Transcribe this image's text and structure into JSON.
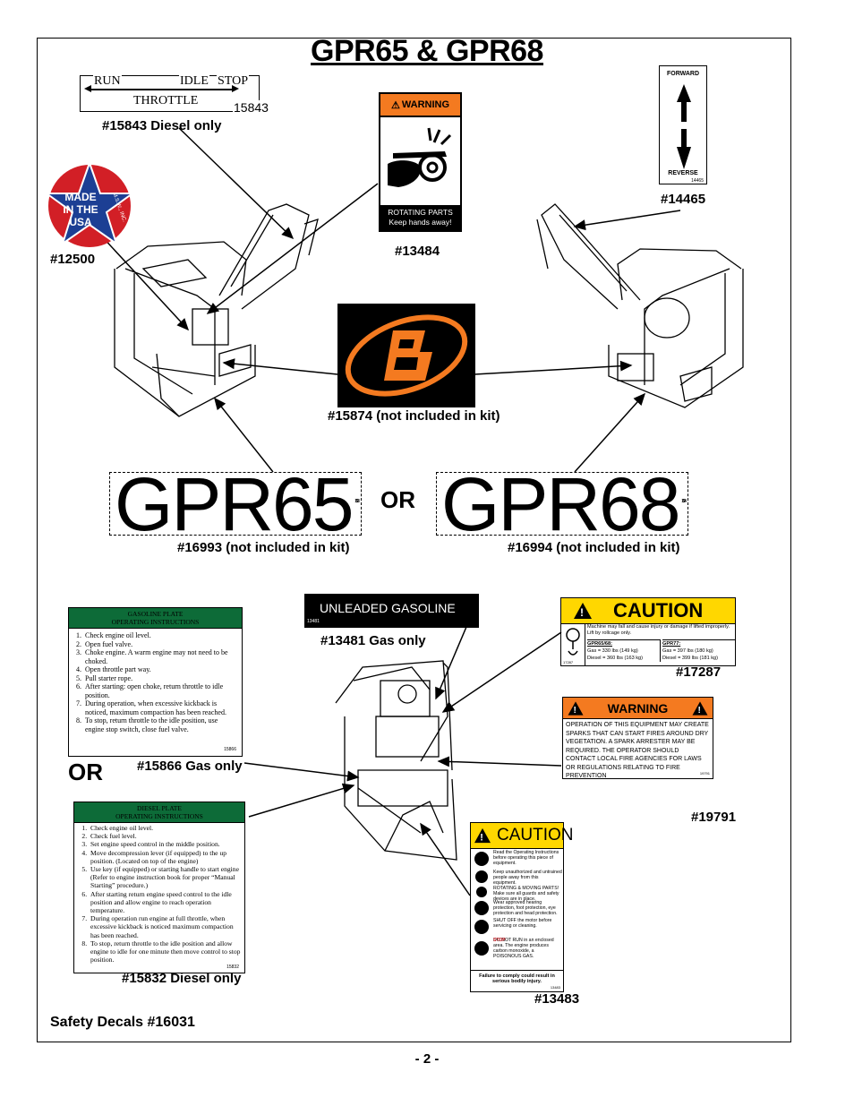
{
  "title": "GPR65 & GPR68",
  "throttle_decal": {
    "run": "RUN",
    "idle": "IDLE",
    "stop": "STOP",
    "throttle": "THROTTLE",
    "code": "15843"
  },
  "labels": {
    "diesel_only_15843": "#15843 Diesel only",
    "made_usa": "#12500",
    "warning_rotating": "#13484",
    "fwd_rev": "#14465",
    "logo": "#15874 (not included in kit)",
    "gpr65": "#16993 (not included in kit)",
    "gpr68": "#16994 (not included in kit)",
    "gas_only": "#13481 Gas only",
    "caution_17287": "#17287",
    "gas_plate": "#15866 Gas only",
    "warning_19791": "#19791",
    "diesel_plate": "#15832 Diesel only",
    "caution_13483": "#13483",
    "safety": "Safety Decals  #16031"
  },
  "made_usa_badge": {
    "line1": "MADE",
    "line2": "IN THE",
    "line3": "USA",
    "ring": "M.S.W., INC."
  },
  "rot_warning": {
    "header": "WARNING",
    "footer1": "ROTATING PARTS",
    "footer2": "Keep hands away!"
  },
  "fr_decal": {
    "top": "FORWARD",
    "bottom": "REVERSE",
    "code": "14465"
  },
  "gpr_decals": {
    "left": "GPR65",
    "left_code": "16993",
    "right": "GPR68",
    "right_code": "16994",
    "or": "OR"
  },
  "unleaded": {
    "text": "UNLEADED GASOLINE",
    "code": "13481"
  },
  "or_big": "OR",
  "gas_plate": {
    "header1": "GASOLINE PLATE",
    "header2": "OPERATING INSTRUCTIONS",
    "steps": [
      "Check engine oil level.",
      "Open fuel valve.",
      "Choke engine. A warm engine may not need to be choked.",
      "Open throttle part way.",
      "Pull starter rope.",
      "After starting: open choke, return throttle to idle position.",
      "During operation, when excessive kickback is noticed, maximum compaction has been reached.",
      "To stop, return throttle to the idle position, use engine stop switch, close fuel valve."
    ],
    "code": "15866"
  },
  "diesel_plate": {
    "header1": "DIESEL PLATE",
    "header2": "OPERATING INSTRUCTIONS",
    "steps": [
      "Check engine oil level.",
      "Check fuel level.",
      "Set engine speed control in the middle position.",
      "Move decompression lever (if equipped) to the up position. (Located on top of the engine)",
      "Use key (if equipped) or starting handle to start engine (Refer to engine instruction book for proper “Manual Starting” procedure.)",
      "After starting return engine speed control to the idle position and allow engine to reach operation temperature.",
      "During operation run engine at full throttle, when excessive kickback is noticed maximum compaction has been reached.",
      "To stop, return throttle to the idle position and allow engine to idle for one minute then move control to stop position."
    ],
    "code": "15832"
  },
  "caution_17287": {
    "header": "CAUTION",
    "text": "Machine may fall and cause injury or damage if lifted improperly. Lift by rollcage only.",
    "col1_head": "GPR65/68:",
    "col1_gas": "Gas     = 330 lbs (149 kg)",
    "col1_diesel": "Diesel = 360 lbs (163 kg)",
    "col2_head": "GPR77:",
    "col2_gas": "Gas     = 397 lbs (180 kg)",
    "col2_diesel": "Diesel = 399 lbs (181 kg)",
    "code": "17287"
  },
  "warning_19791": {
    "header": "WARNING",
    "text": "OPERATION OF THIS EQUIPMENT MAY CREATE SPARKS THAT CAN START FIRES AROUND DRY VEGETATION. A SPARK ARRESTER MAY BE REQUIRED. THE OPERATOR SHOULD CONTACT LOCAL FIRE AGENCIES FOR LAWS OR REGULATIONS RELATING TO FIRE PREVENTION",
    "code": "19791"
  },
  "caution_13483": {
    "header": "CAUTION",
    "items": [
      "Read the Operating Instructions before operating this piece of equipment.",
      "Keep unauthorized and untrained people away from this equipment.",
      "ROTATING & MOVING PARTS! Make sure all guards and safety devices are in place.",
      "Wear approved hearing protection, foot protection, eye protection and head protection.",
      "SHUT OFF the motor before servicing or cleaning.",
      "DO NOT RUN in an enclosed area. The engine produces carbon monoxide, a POISONOUS GAS."
    ],
    "stop": "STOP",
    "footer": "Failure to comply could result in serious bodily injury.",
    "code": "13483"
  },
  "page_number": "- 2 -"
}
